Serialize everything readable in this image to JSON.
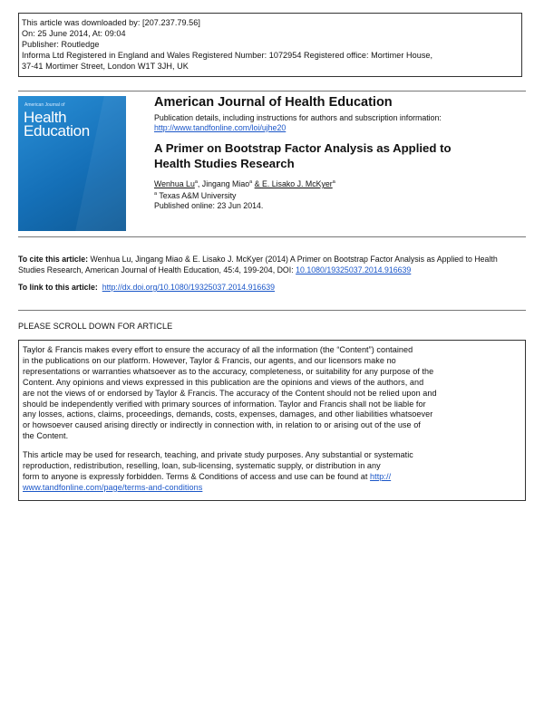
{
  "download": {
    "line1": "This article was downloaded by: [207.237.79.56]",
    "line2": "On: 25 June 2014, At: 09:04",
    "line3": "Publisher: Routledge",
    "line4": "Informa Ltd Registered in England and Wales Registered Number: 1072954 Registered office: Mortimer House,",
    "line5": "37-41 Mortimer Street, London W1T 3JH, UK"
  },
  "cover": {
    "small": "American Journal of",
    "word1": "Health",
    "word2": "Education"
  },
  "journal": {
    "title": "American Journal of Health Education",
    "pub_details": "Publication details, including instructions for authors and subscription information:",
    "url": "http://www.tandfonline.com/loi/ujhe20"
  },
  "article": {
    "title_line1": "A Primer on Bootstrap Factor Analysis as Applied to",
    "title_line2": "Health Studies Research",
    "author1": "Wenhua Lu",
    "author2": "Jingang Miao",
    "author3": "E. Lisako J. McKyer",
    "sup": "a",
    "affiliation": "Texas A&M University",
    "published": "Published online: 23 Jun 2014."
  },
  "cite": {
    "label": "To cite this article:",
    "text_line1": "Wenhua Lu, Jingang Miao & E. Lisako J. McKyer (2014) A Primer on Bootstrap Factor Analysis as Applied to",
    "text_line2": "Health Studies Research, American Journal of Health Education, 45:4, 199-204, DOI:",
    "doi": "10.1080/19325037.2014.916639",
    "link_label": "To link to this article:",
    "link_url": "http://dx.doi.org/10.1080/19325037.2014.916639"
  },
  "scroll_notice": "PLEASE SCROLL DOWN FOR ARTICLE",
  "disclaimer": {
    "p1": [
      "Taylor & Francis makes every effort to ensure the accuracy of all the information (the “Content”) contained",
      "in the publications on our platform. However, Taylor & Francis, our agents, and our licensors make no",
      "representations or warranties whatsoever as to the accuracy, completeness, or suitability for any purpose of the",
      "Content. Any opinions and views expressed in this publication are the opinions and views of the authors, and",
      "are not the views of or endorsed by Taylor & Francis. The accuracy of the Content should not be relied upon and",
      "should be independently verified with primary sources of information. Taylor and Francis shall not be liable for",
      "any losses, actions, claims, proceedings, demands, costs, expenses, damages, and other liabilities whatsoever",
      "or howsoever caused arising directly or indirectly in connection with, in relation to or arising out of the use of",
      "the Content."
    ],
    "p2": [
      "This article may be used for research, teaching, and private study purposes. Any substantial or systematic",
      "reproduction, redistribution, reselling, loan, sub-licensing, systematic supply, or distribution in any",
      "form to anyone is expressly forbidden. Terms & Conditions of access and use can be found at"
    ],
    "tc_url_part1": "http://",
    "tc_url_part2": "www.tandfonline.com/page/terms-and-conditions"
  }
}
